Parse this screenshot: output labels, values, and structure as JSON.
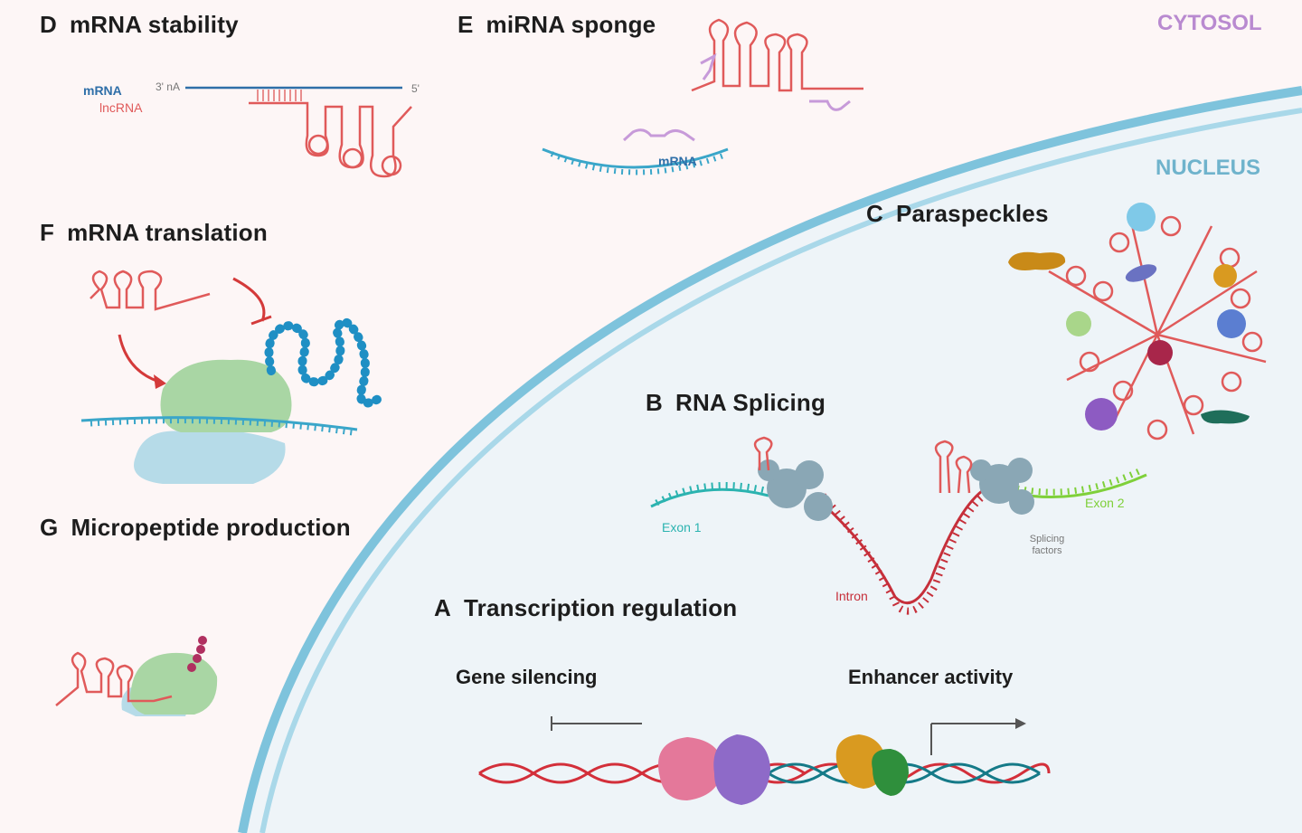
{
  "compartments": {
    "cytosol": "CYTOSOL",
    "nucleus": "NUCLEUS"
  },
  "sections": {
    "a": {
      "letter": "A",
      "title": "Transcription regulation"
    },
    "b": {
      "letter": "B",
      "title": "RNA Splicing"
    },
    "c": {
      "letter": "C",
      "title": "Paraspeckles"
    },
    "d": {
      "letter": "D",
      "title": "mRNA stability"
    },
    "e": {
      "letter": "E",
      "title": "miRNA sponge"
    },
    "f": {
      "letter": "F",
      "title": "mRNA translation"
    },
    "g": {
      "letter": "G",
      "title": "Micropeptide production"
    }
  },
  "labels": {
    "gene_silencing": "Gene silencing",
    "enhancer_activity": "Enhancer activity",
    "mrna": "mRNA",
    "lncrna": "lncRNA",
    "three_prime_na": "3' nA",
    "five_prime": "5'",
    "exon1": "Exon 1",
    "exon2": "Exon 2",
    "intron": "Intron",
    "splicing_factors": "Splicing factors"
  },
  "colors": {
    "cytosol_label": "#b98ad0",
    "nucleus_label": "#6fb3cc",
    "lncrna": "#e05a5a",
    "mrna": "#3aa6c9",
    "nuclear_envelope": "#7ec3dc"
  }
}
